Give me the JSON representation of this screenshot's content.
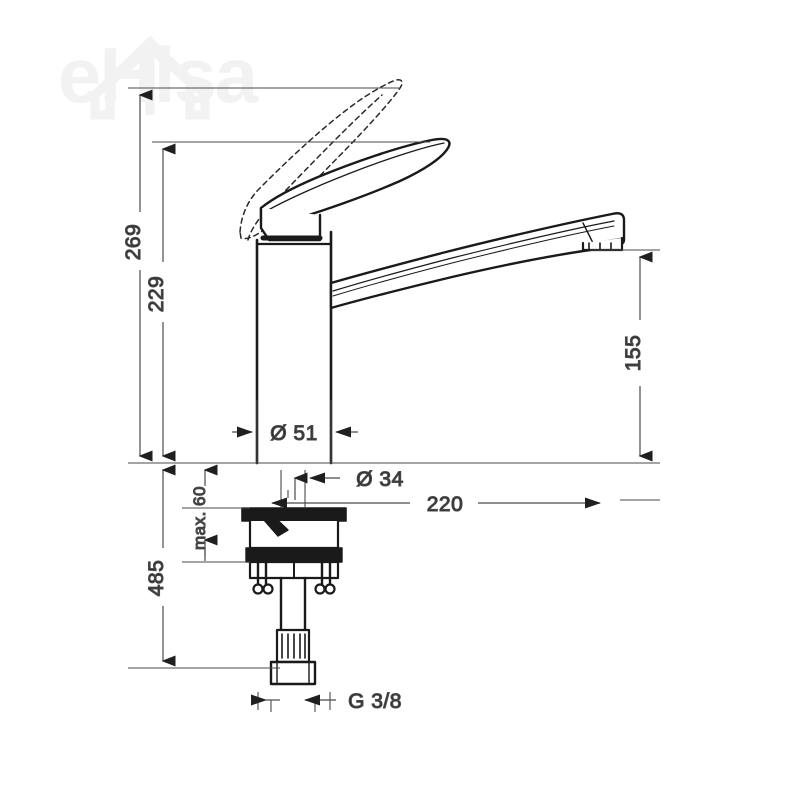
{
  "drawing": {
    "type": "technical-dimension-drawing",
    "subject": "single-lever kitchen mixer tap",
    "unit": "mm",
    "line_color": "#1a1a1a",
    "dimension_line_color": "#3a3a3a",
    "background_color": "#ffffff"
  },
  "watermark": {
    "text": "eHisa",
    "icon": "house-outline-icon",
    "color": "#f2f2f2"
  },
  "dimensions": {
    "total_height": {
      "label": "269",
      "orientation": "vertical",
      "rotated": true
    },
    "height_to_lever_top": {
      "label": "229",
      "orientation": "vertical",
      "rotated": true
    },
    "spout_height": {
      "label": "155",
      "orientation": "vertical",
      "rotated": true
    },
    "below_counter_length": {
      "label": "485",
      "orientation": "vertical",
      "rotated": true
    },
    "max_counter_thickness": {
      "label": "max. 60",
      "orientation": "vertical",
      "rotated": true
    },
    "body_diameter": {
      "label": "Ø 51",
      "orientation": "horizontal"
    },
    "shank_diameter": {
      "label": "Ø 34",
      "orientation": "horizontal"
    },
    "spout_reach": {
      "label": "220",
      "orientation": "horizontal"
    },
    "connection_thread": {
      "label": "G 3/8",
      "orientation": "horizontal"
    }
  }
}
